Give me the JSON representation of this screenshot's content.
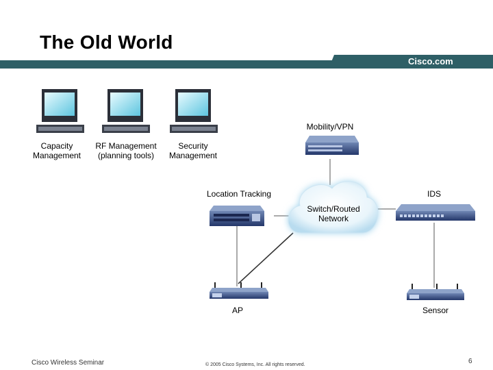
{
  "slide": {
    "title": "The Old World",
    "brand": "Cisco.com",
    "accent_color": "#2e5f66"
  },
  "diagram": {
    "management_stations": [
      {
        "label_line1": "Capacity",
        "label_line2": "Management",
        "icon": "computer-icon"
      },
      {
        "label_line1": "RF Management",
        "label_line2": "(planning tools)",
        "icon": "computer-icon"
      },
      {
        "label_line1": "Security",
        "label_line2": "Management",
        "icon": "computer-icon"
      }
    ],
    "nodes": {
      "mobility_vpn": "Mobility/VPN",
      "location_tracking": "Location Tracking",
      "ids": "IDS",
      "network_line1": "Switch/Routed",
      "network_line2": "Network",
      "ap": "AP",
      "sensor": "Sensor"
    }
  },
  "footer": {
    "left": "Cisco Wireless Seminar",
    "center": "© 2005 Cisco Systems, Inc. All rights reserved.",
    "page_number": "6"
  }
}
